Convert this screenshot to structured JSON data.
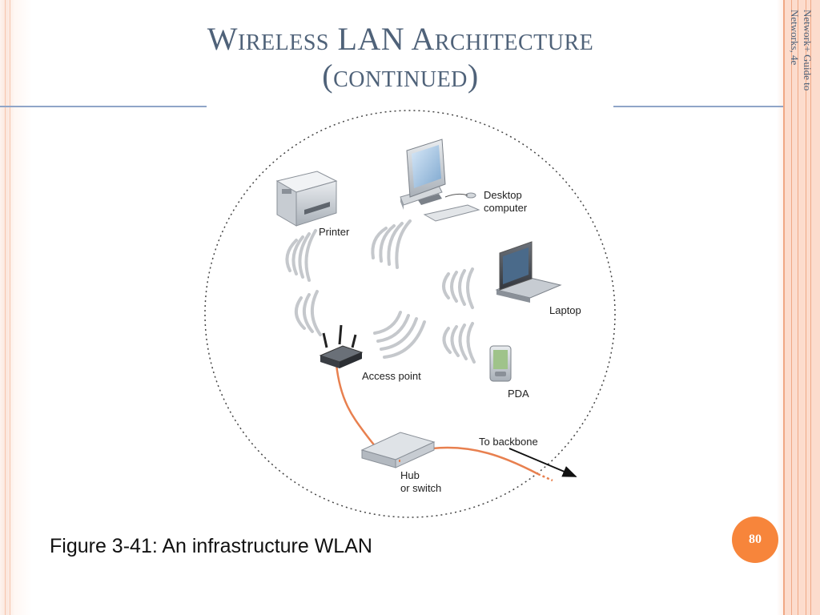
{
  "slide": {
    "title_line1": "Wireless LAN Architecture",
    "title_line2": "(continued)",
    "side_note_line1": "Network+ Guide to",
    "side_note_line2": "Networks, 4e",
    "caption": "Figure 3-41: An infrastructure WLAN",
    "page_number": "80"
  },
  "diagram": {
    "labels": {
      "printer": "Printer",
      "desktop_line1": "Desktop",
      "desktop_line2": "computer",
      "laptop": "Laptop",
      "access_point": "Access point",
      "pda": "PDA",
      "to_backbone": "To backbone",
      "hub_line1": "Hub",
      "hub_line2": "or switch"
    },
    "icons": [
      "printer-icon",
      "desktop-computer-icon",
      "laptop-icon",
      "pda-icon",
      "access-point-icon",
      "hub-icon"
    ],
    "colors": {
      "cable": "#e8804f",
      "signal_waves": "#c5c8cc",
      "boundary": "#444444",
      "accent": "#f7853b"
    }
  }
}
